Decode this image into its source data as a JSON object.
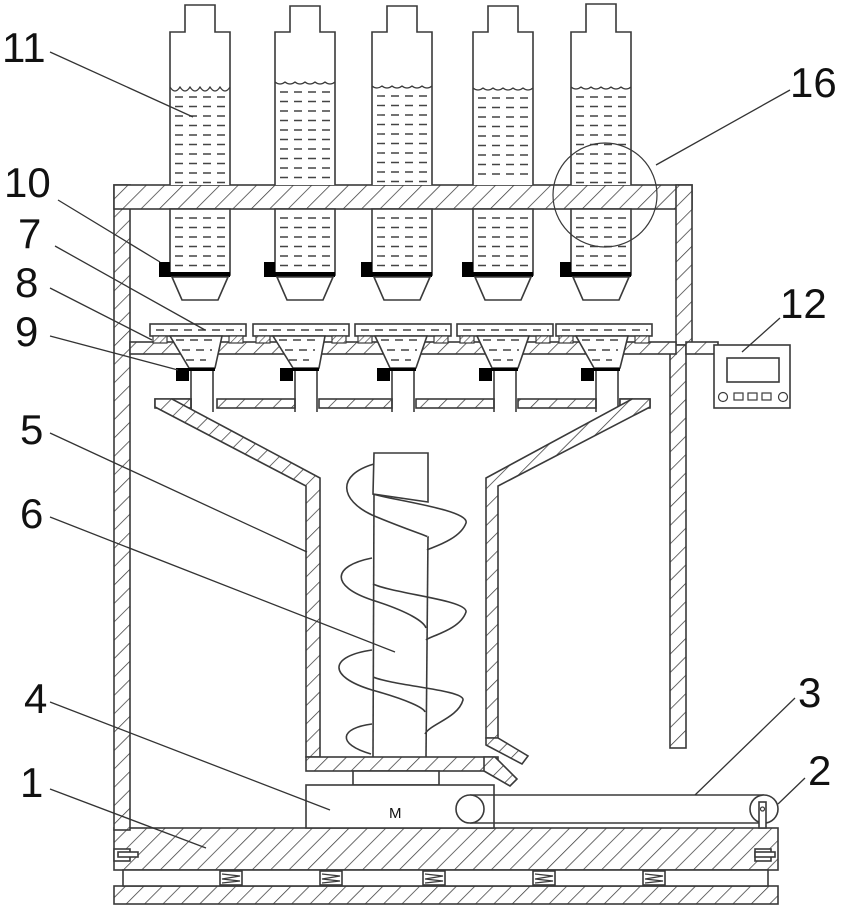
{
  "figure": {
    "type": "mechanical-schematic",
    "description": "Cross-section of a multi-column dosing / mixing apparatus with screw conveyor and belt conveyor",
    "motor_text": "M"
  },
  "components": [
    {
      "number": "1",
      "label": "1",
      "part": "base-plate"
    },
    {
      "number": "2",
      "label": "2",
      "part": "belt-roller-support"
    },
    {
      "number": "3",
      "label": "3",
      "part": "conveyor-belt"
    },
    {
      "number": "4",
      "label": "4",
      "part": "motor"
    },
    {
      "number": "5",
      "label": "5",
      "part": "collection-hopper"
    },
    {
      "number": "6",
      "label": "6",
      "part": "screw-auger"
    },
    {
      "number": "7",
      "label": "7",
      "part": "funnel-cup"
    },
    {
      "number": "8",
      "label": "8",
      "part": "cup-support-pad"
    },
    {
      "number": "9",
      "label": "9",
      "part": "lower-valve"
    },
    {
      "number": "10",
      "label": "10",
      "part": "upper-valve"
    },
    {
      "number": "11",
      "label": "11",
      "part": "storage-column"
    },
    {
      "number": "12",
      "label": "12",
      "part": "controller"
    },
    {
      "number": "16",
      "label": "16",
      "part": "detail-circle"
    }
  ],
  "counts": {
    "storage_columns": 5,
    "funnel_cups": 5,
    "base_springs": 5,
    "controller_buttons": 5
  },
  "colors": {
    "line": "#3a3a3a",
    "background": "#ffffff",
    "valve": "#000000"
  }
}
